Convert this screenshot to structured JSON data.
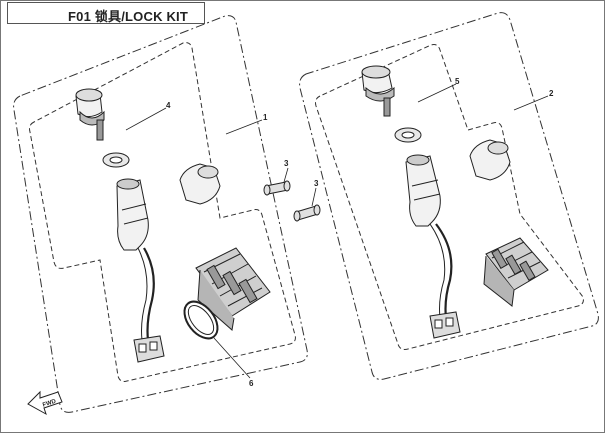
{
  "header": {
    "title": "F01 锁具/LOCK KIT"
  },
  "callouts": [
    {
      "id": "1",
      "text": "1"
    },
    {
      "id": "2",
      "text": "2"
    },
    {
      "id": "3a",
      "text": "3"
    },
    {
      "id": "3b",
      "text": "3"
    },
    {
      "id": "4",
      "text": "4"
    },
    {
      "id": "5",
      "text": "5"
    },
    {
      "id": "6",
      "text": "6"
    }
  ],
  "direction_arrow": {
    "text": "FWD"
  },
  "icons": [
    "fwd-arrow-icon"
  ]
}
